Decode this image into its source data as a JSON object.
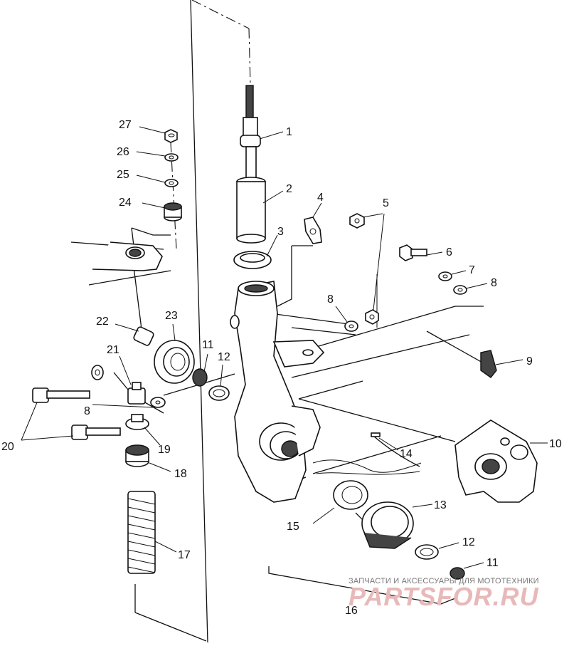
{
  "callouts": [
    {
      "num": "1",
      "part": "strut-rod"
    },
    {
      "num": "2",
      "part": "strut-body"
    },
    {
      "num": "3",
      "part": "bearing-ring"
    },
    {
      "num": "4",
      "part": "bracket"
    },
    {
      "num": "5",
      "part": "nut"
    },
    {
      "num": "6",
      "part": "bolt"
    },
    {
      "num": "7",
      "part": "lock-washer"
    },
    {
      "num": "8",
      "part": "washer"
    },
    {
      "num": "9",
      "part": "pad"
    },
    {
      "num": "10",
      "part": "brake-caliper"
    },
    {
      "num": "11",
      "part": "castle-nut"
    },
    {
      "num": "12",
      "part": "bearing"
    },
    {
      "num": "13",
      "part": "hub-race"
    },
    {
      "num": "14",
      "part": "sensor-wire"
    },
    {
      "num": "15",
      "part": "seal"
    },
    {
      "num": "16",
      "part": "hub-assembly"
    },
    {
      "num": "17",
      "part": "spring"
    },
    {
      "num": "18",
      "part": "spacer"
    },
    {
      "num": "19",
      "part": "flange-nut"
    },
    {
      "num": "20",
      "part": "bolts"
    },
    {
      "num": "21",
      "part": "bushing"
    },
    {
      "num": "22",
      "part": "pin"
    },
    {
      "num": "23",
      "part": "seal-ring"
    },
    {
      "num": "24",
      "part": "bushing-top"
    },
    {
      "num": "25",
      "part": "washer-lower"
    },
    {
      "num": "26",
      "part": "washer-upper"
    },
    {
      "num": "27",
      "part": "top-nut"
    }
  ],
  "watermark": {
    "caption": "ЗАПЧАСТИ И АКСЕССУАРЫ ДЛЯ МОТОТЕХНИКИ",
    "brand": "PARTSFOR.RU"
  }
}
